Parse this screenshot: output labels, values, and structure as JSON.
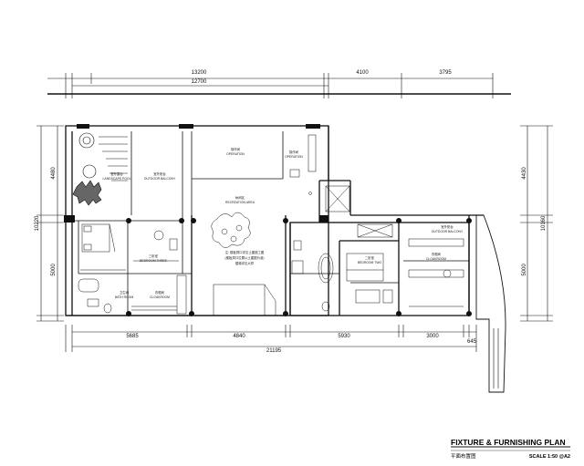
{
  "dimensions": {
    "top_outer": [
      "13200",
      "4100",
      "3795"
    ],
    "top_inner": [
      "12700"
    ],
    "left": [
      "10220",
      "4480",
      "5000"
    ],
    "right": [
      "10160",
      "4430",
      "5000"
    ],
    "bottom_inner": [
      "5685",
      "4840",
      "5930",
      "3000",
      "645"
    ],
    "bottom_total": "21195"
  },
  "rooms": [
    {
      "cn": "室外露台",
      "en": "LANDSCAPE POOL"
    },
    {
      "cn": "室外阳台",
      "en": "OUTDOOR BALCONY"
    },
    {
      "cn": "操作间",
      "en": "OPERATION"
    },
    {
      "cn": "操作间",
      "en": "OPERATION"
    },
    {
      "cn": "休闲区",
      "en": "RECREATION AREA"
    },
    {
      "cn": "三卧室",
      "en": "BEDROOM THREE"
    },
    {
      "cn": "衣帽间",
      "en": "CLOAKROOM"
    },
    {
      "cn": "卫生间",
      "en": "BATH ROOM"
    },
    {
      "cn": "二卧室",
      "en": "BEDROOM TWO"
    },
    {
      "cn": "衣帽间",
      "en": "CLOAKROOM"
    },
    {
      "cn": "室外阳台",
      "en": "OUTDOOR BALCONY"
    }
  ],
  "note": {
    "line1": "注: 楼板洞口详见土建施工图",
    "line2": "(楼板洞口位置以土建图为准)",
    "line3": "楼梯详见大样"
  },
  "title_block": {
    "title_en": "FIXTURE & FURNISHING PLAN",
    "title_cn": "平面布置图",
    "scale": "SCALE 1:50 @A2"
  }
}
